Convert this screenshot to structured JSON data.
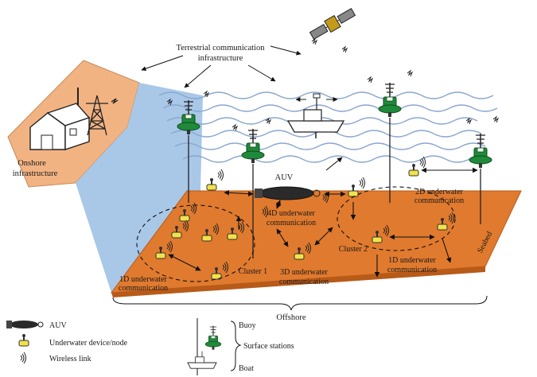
{
  "labels": {
    "terrestrial_line1": "Terrestrial communication",
    "terrestrial_line2": "infrastructure",
    "onshore_line1": "Onshore",
    "onshore_line2": "infrastructure",
    "auv": "AUV",
    "comm_2d_line1": "2D underwater",
    "comm_2d_line2": "communication",
    "comm_4d_line1": "4D underwater",
    "comm_4d_line2": "communication",
    "comm_1d_left_line1": "1D underwater",
    "comm_1d_left_line2": "communication",
    "comm_1d_right_line1": "1D underwater",
    "comm_1d_right_line2": "communication",
    "comm_3d_line1": "3D underwater",
    "comm_3d_line2": "communication",
    "cluster1": "Cluster 1",
    "cluster2": "Cluster 2",
    "seabed": "Seabed",
    "offshore": "Offshore"
  },
  "legend": {
    "auv": "AUV",
    "node": "Underwater device/node",
    "wireless": "Wireless link",
    "buoy": "Buoy",
    "surface_stations": "Surface stations",
    "boat": "Boat"
  },
  "colors": {
    "seabed": "#e07a2e",
    "seabed_dark": "#b85a18",
    "onshore_land": "#f2b383",
    "water_side": "#a9c8e8",
    "buoy_green": "#1f8a3a",
    "node_yellow": "#f2e24a",
    "wave": "#8aa7cf"
  }
}
